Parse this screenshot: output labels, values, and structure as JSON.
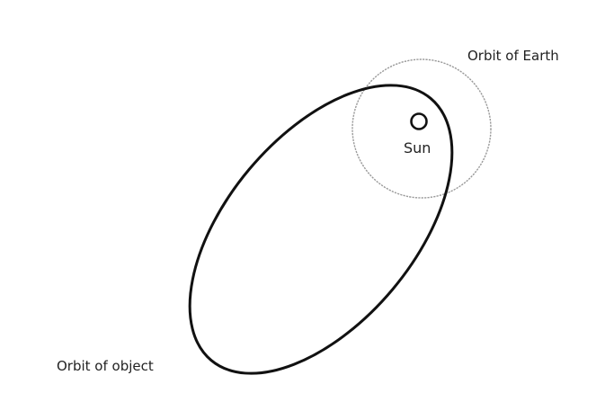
{
  "labels": {
    "earth_orbit": "Orbit of Earth",
    "sun": "Sun",
    "object_orbit": "Orbit of object"
  },
  "colors": {
    "object_orbit": "#111111",
    "earth_orbit": "#9a9a9a",
    "sun": "#111111",
    "text": "#222222"
  }
}
